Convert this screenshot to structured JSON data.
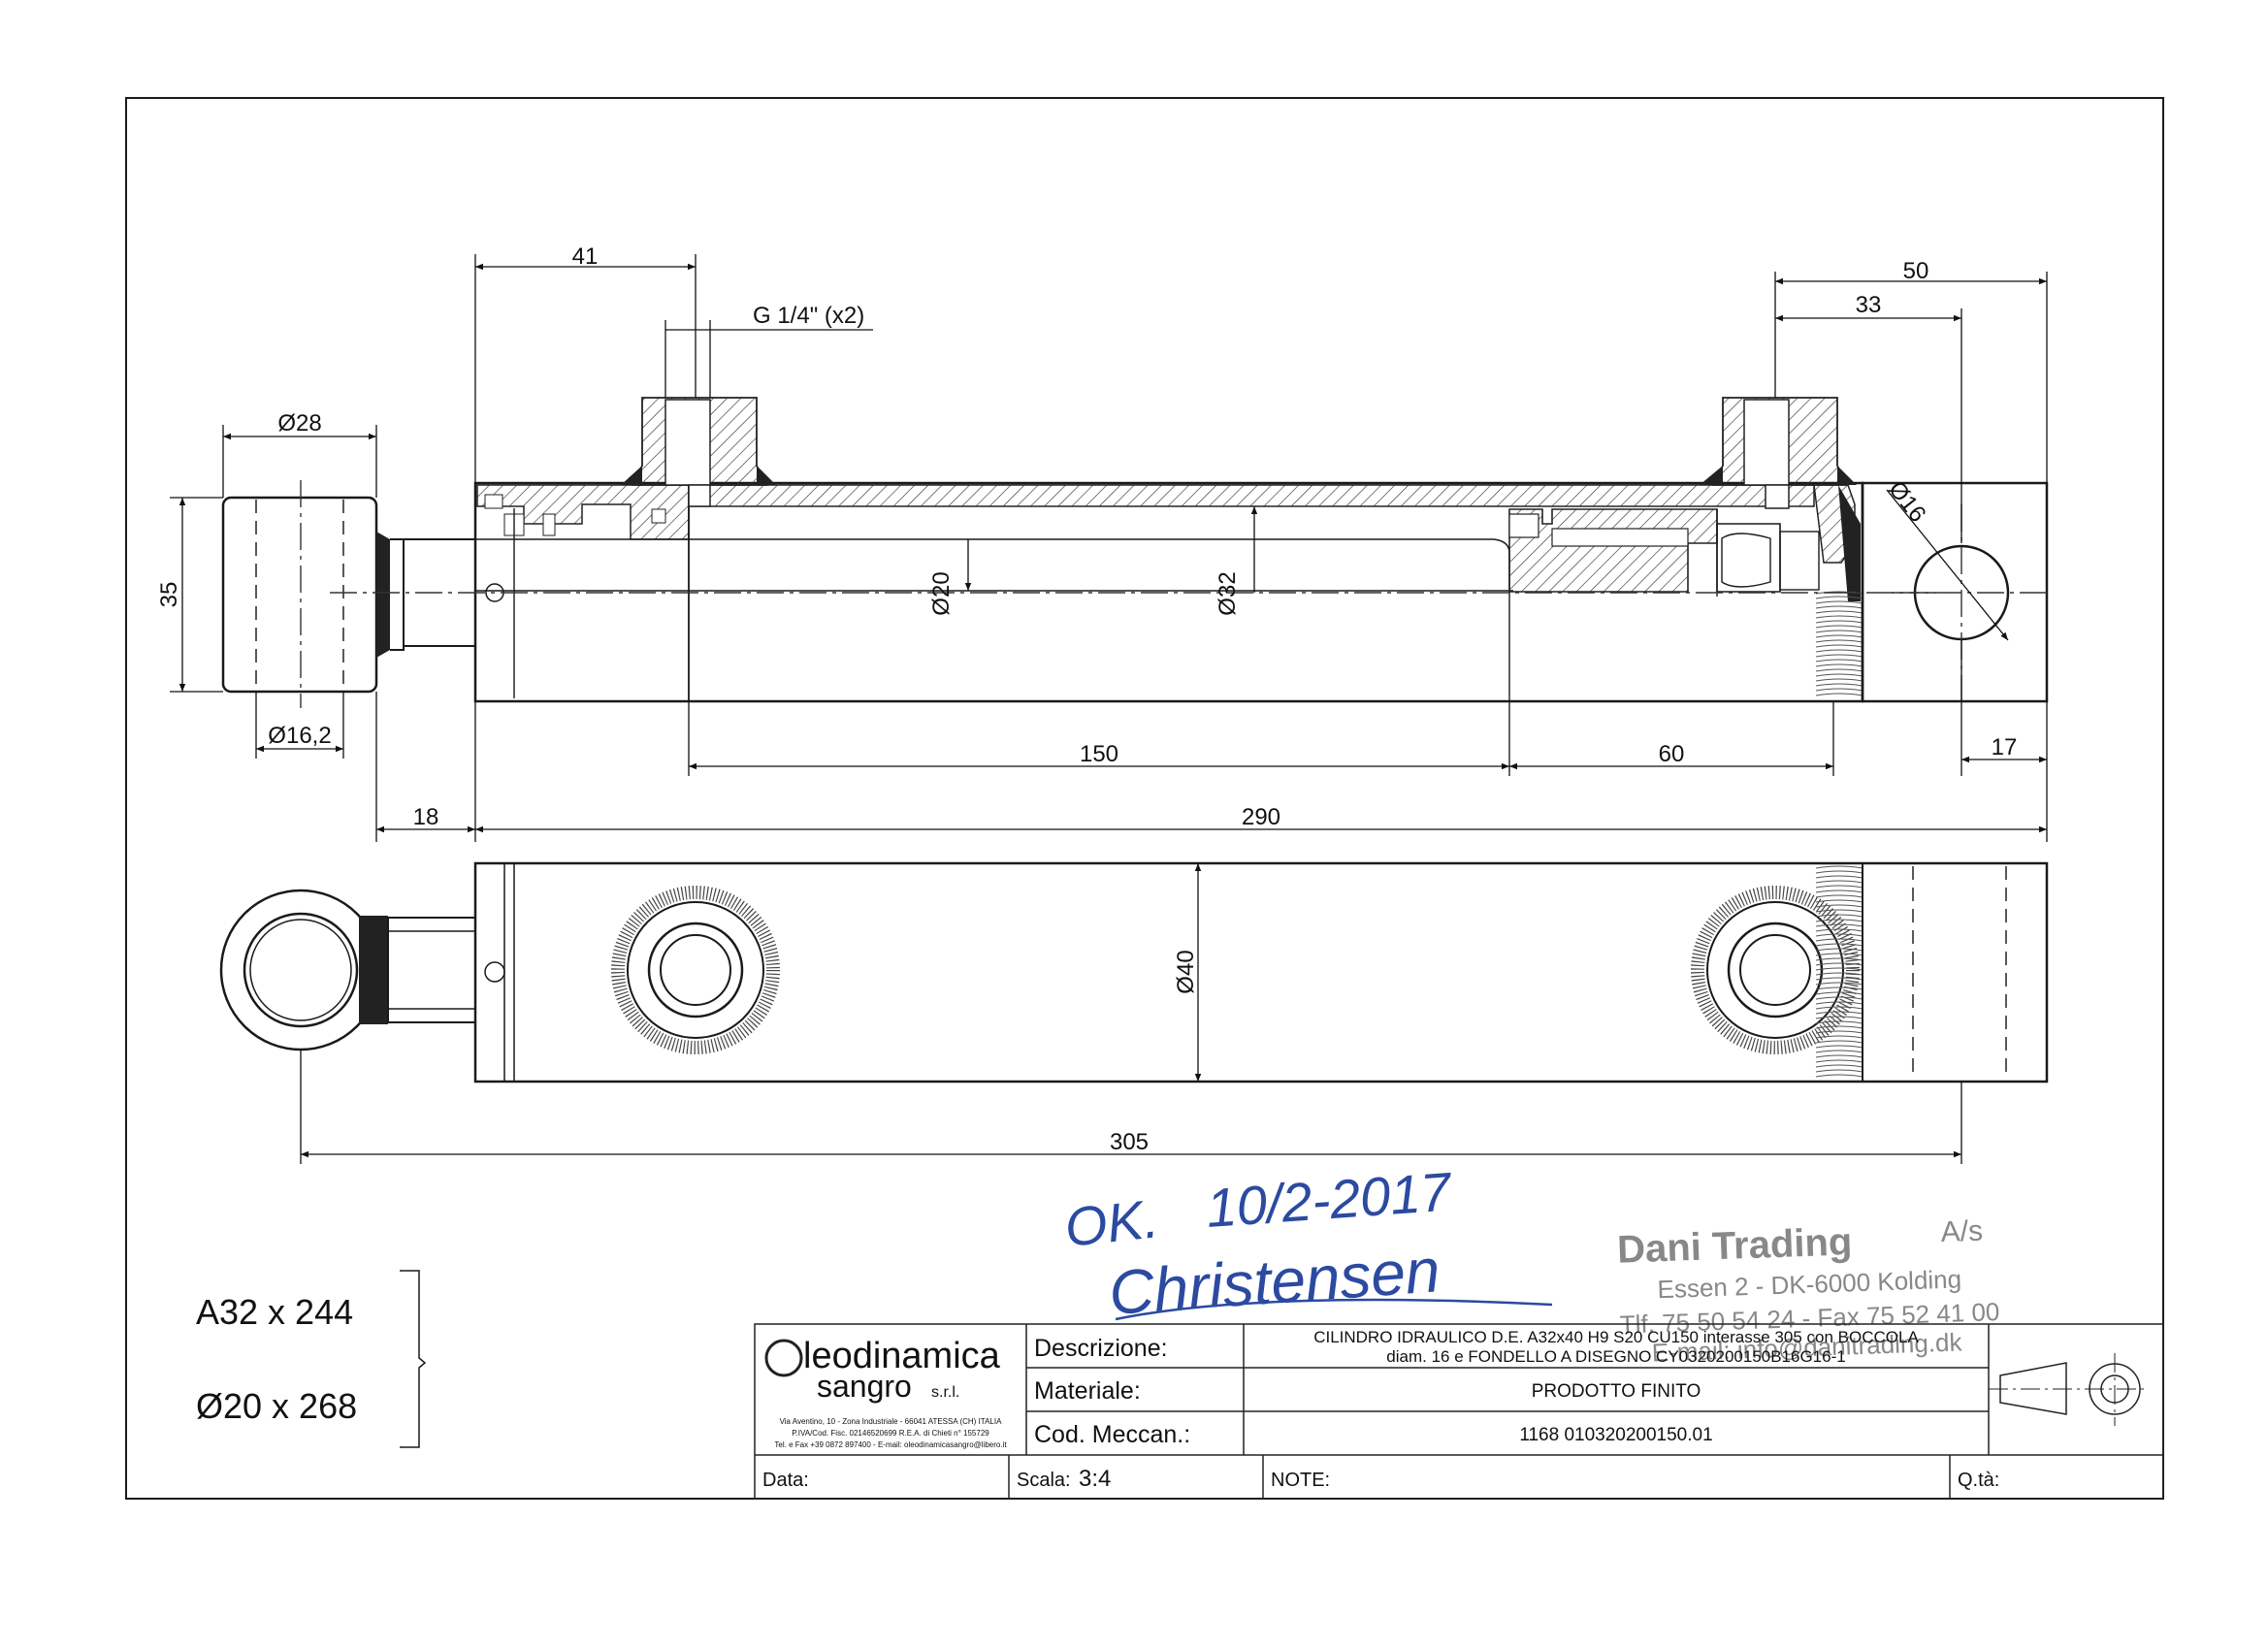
{
  "dimensions": {
    "port_offset": "41",
    "port_thread": "G 1/4\" (x2)",
    "rear_port_from_end": "50",
    "rear_port_to_pin": "33",
    "rod_eye_dia": "Ø28",
    "rod_eye_width": "35",
    "rod_eye_pin": "Ø16,2",
    "rear_pin": "Ø16",
    "rod_dia": "Ø20",
    "bore_dia": "Ø32",
    "stroke": "150",
    "piston_to_port": "60",
    "pin_to_end": "17",
    "eye_to_tube": "18",
    "tube_length": "290",
    "tube_dia": "Ø40",
    "pin_centres": "305"
  },
  "note": {
    "line1": "A32 x 244",
    "line2": "Ø20 x 268"
  },
  "approval": {
    "ok": "OK.",
    "date": "10/2-2017",
    "signature": "Christensen"
  },
  "stamp": {
    "company": "Dani Trading",
    "suffix": "A/s",
    "address": "Essen 2 - DK-6000 Kolding",
    "phone": "Tlf. 75 50 54 24 - Fax 75 52 41 00",
    "email": "E-mail: info@danitrading.dk"
  },
  "title_block": {
    "logo_line1": "leodinamica",
    "logo_line2": "sangro",
    "logo_suffix": "s.r.l.",
    "company_info_1": "Via Aventino, 10 - Zona Industriale - 66041 ATESSA (CH) ITALIA",
    "company_info_2": "P.IVA/Cod. Fisc. 02146520699 R.E.A. di Chieti n° 155729",
    "company_info_3": "Tel. e Fax +39 0872 897400 - E-mail: oleodinamicasangro@libero.it",
    "descr_label": "Descrizione:",
    "descr_line1": "CILINDRO IDRAULICO D.E. A32x40 H9 S20 CU150 interasse 305 con BOCCOLA",
    "descr_line2": "diam. 16 e FONDELLO A DISEGNO CY0320200150B16G16-1",
    "material_label": "Materiale:",
    "material_value": "PRODOTTO FINITO",
    "code_label": "Cod. Meccan.:",
    "code_value": "1168 010320200150.01",
    "date_label": "Data:",
    "scale_label": "Scala:",
    "scale_value": "3:4",
    "note_label": "NOTE:",
    "qty_label": "Q.tà:"
  }
}
